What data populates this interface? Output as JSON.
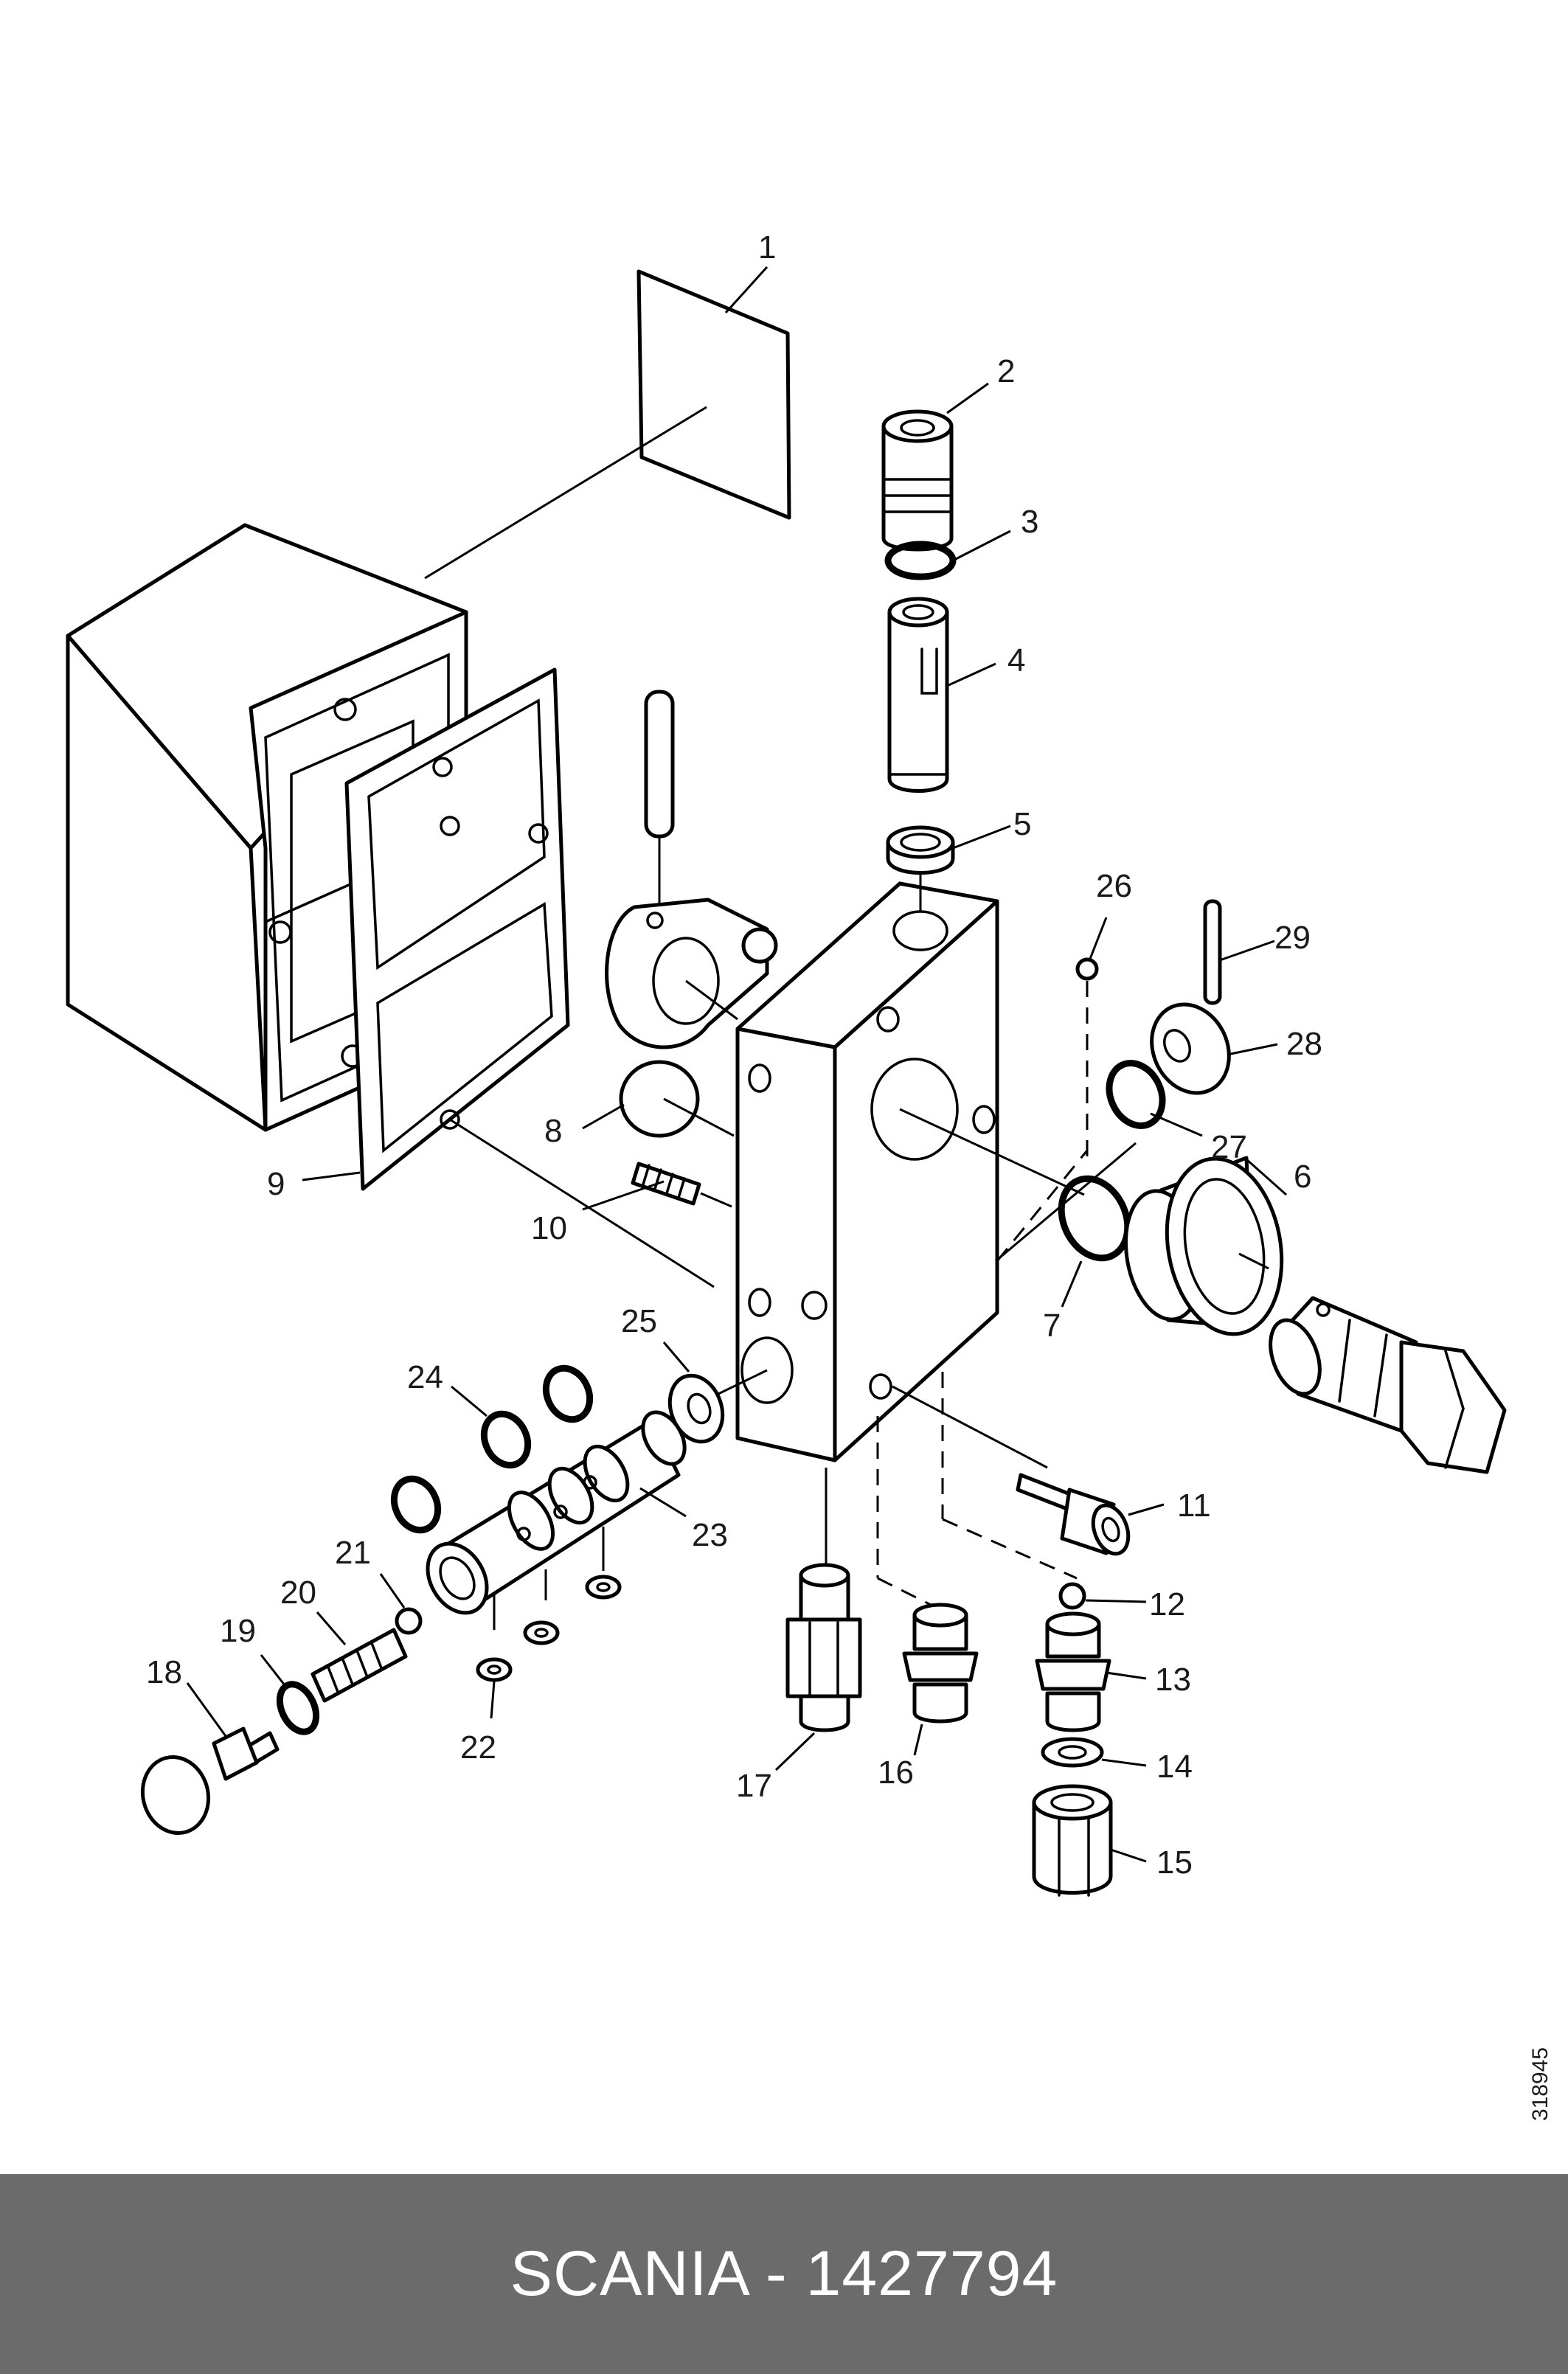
{
  "diagram": {
    "drawing_number": "318945",
    "colors": {
      "line": "#000000",
      "footer_bg": "#6b6b6b",
      "footer_text": "#ffffff"
    },
    "callouts": [
      {
        "id": "c1",
        "label": "1"
      },
      {
        "id": "c2",
        "label": "2"
      },
      {
        "id": "c3",
        "label": "3"
      },
      {
        "id": "c4",
        "label": "4"
      },
      {
        "id": "c5",
        "label": "5"
      },
      {
        "id": "c6",
        "label": "6"
      },
      {
        "id": "c7",
        "label": "7"
      },
      {
        "id": "c8",
        "label": "8"
      },
      {
        "id": "c9",
        "label": "9"
      },
      {
        "id": "c10",
        "label": "10"
      },
      {
        "id": "c11",
        "label": "11"
      },
      {
        "id": "c12",
        "label": "12"
      },
      {
        "id": "c13",
        "label": "13"
      },
      {
        "id": "c14",
        "label": "14"
      },
      {
        "id": "c15",
        "label": "15"
      },
      {
        "id": "c16",
        "label": "16"
      },
      {
        "id": "c17",
        "label": "17"
      },
      {
        "id": "c18",
        "label": "18"
      },
      {
        "id": "c19",
        "label": "19"
      },
      {
        "id": "c20",
        "label": "20"
      },
      {
        "id": "c21",
        "label": "21"
      },
      {
        "id": "c22",
        "label": "22"
      },
      {
        "id": "c23",
        "label": "23"
      },
      {
        "id": "c24",
        "label": "24"
      },
      {
        "id": "c25",
        "label": "25"
      },
      {
        "id": "c26",
        "label": "26"
      },
      {
        "id": "c27",
        "label": "27"
      },
      {
        "id": "c28",
        "label": "28"
      },
      {
        "id": "c29",
        "label": "29"
      }
    ]
  },
  "footer": {
    "title": "SCANIA - 1427794"
  }
}
